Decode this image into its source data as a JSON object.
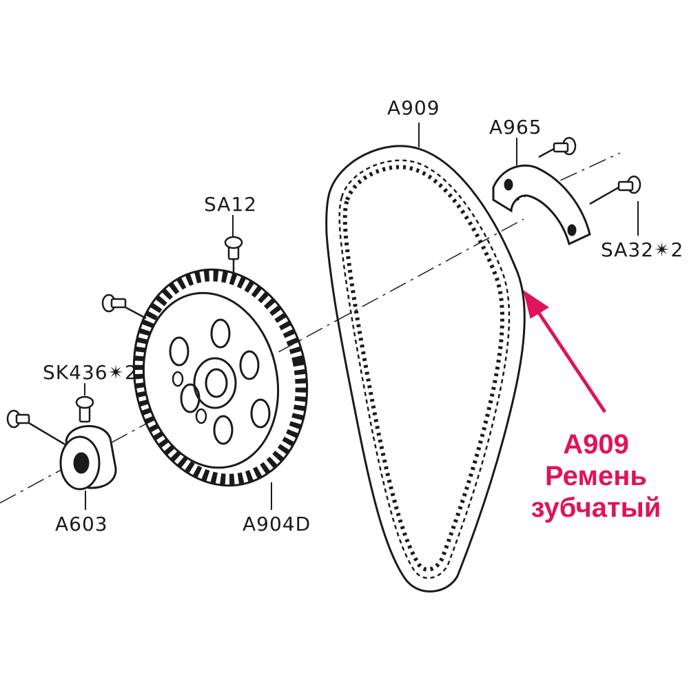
{
  "labels": {
    "belt_top": "A909",
    "clamp": "A965",
    "screw_top": "SA12",
    "clamp_screws": "SA32✴2",
    "set_screws": "SK436✴2",
    "collar": "A603",
    "pulley": "A904D"
  },
  "callout": {
    "code": "A909",
    "line1": "Ремень",
    "line2": "зубчатый"
  },
  "colors": {
    "line": "#1a1a1a",
    "accent": "#e0135a",
    "background": "#ffffff"
  }
}
